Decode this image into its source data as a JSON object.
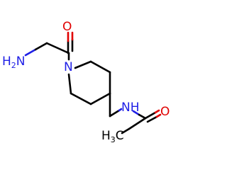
{
  "molecule": {
    "atoms": {
      "amine_h": "H",
      "amine_sub": "2",
      "amine_n": "N",
      "ring_n": "N",
      "amide_n": "NH",
      "carbonyl_o_top": "O",
      "carbonyl_o_bottom": "O",
      "methyl_h": "H",
      "methyl_sub": "3",
      "methyl_c": "C"
    }
  },
  "colors": {
    "carbon": "#000000",
    "nitrogen": "#1f1fe6",
    "oxygen": "#e00000"
  }
}
